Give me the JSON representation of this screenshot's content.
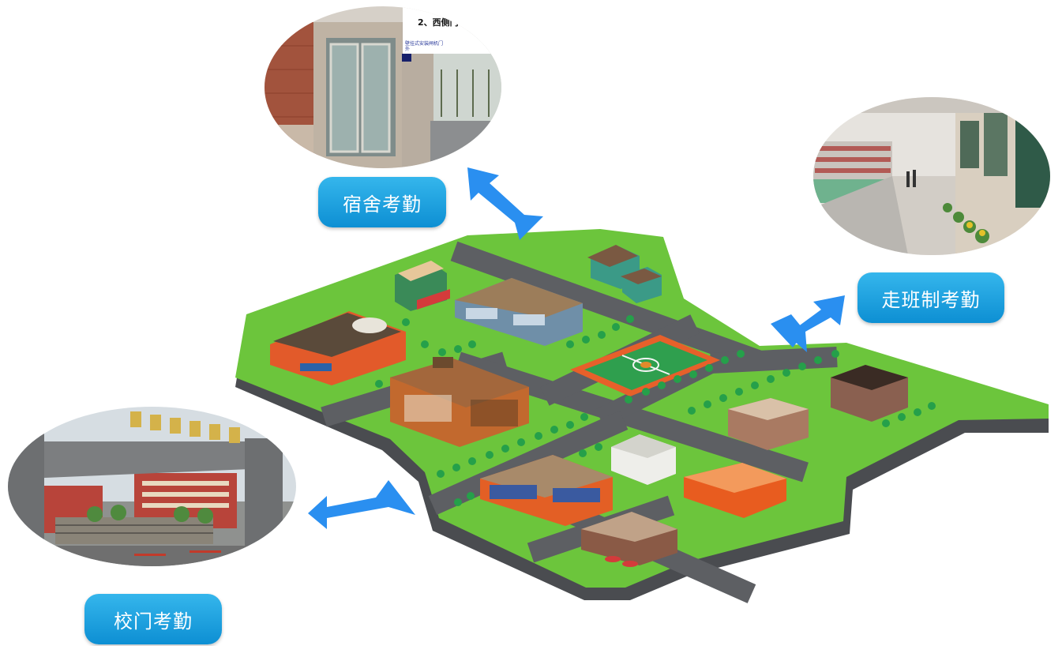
{
  "labels": {
    "dorm": "宿舍考勤",
    "class": "走班制考勤",
    "gate": "校门考勤"
  },
  "dorm_photo": {
    "heading": "2、西侧门",
    "note": "壁挂式安装闸机门外"
  },
  "colors": {
    "pill": "#1ba3e2",
    "arrow": "#2a8ff0",
    "grass": "#6cc53c",
    "road": "#5d5f63",
    "base": "#4a4c50"
  },
  "icons": [
    "arrow-up-left-icon",
    "arrow-up-right-icon",
    "arrow-left-icon"
  ]
}
